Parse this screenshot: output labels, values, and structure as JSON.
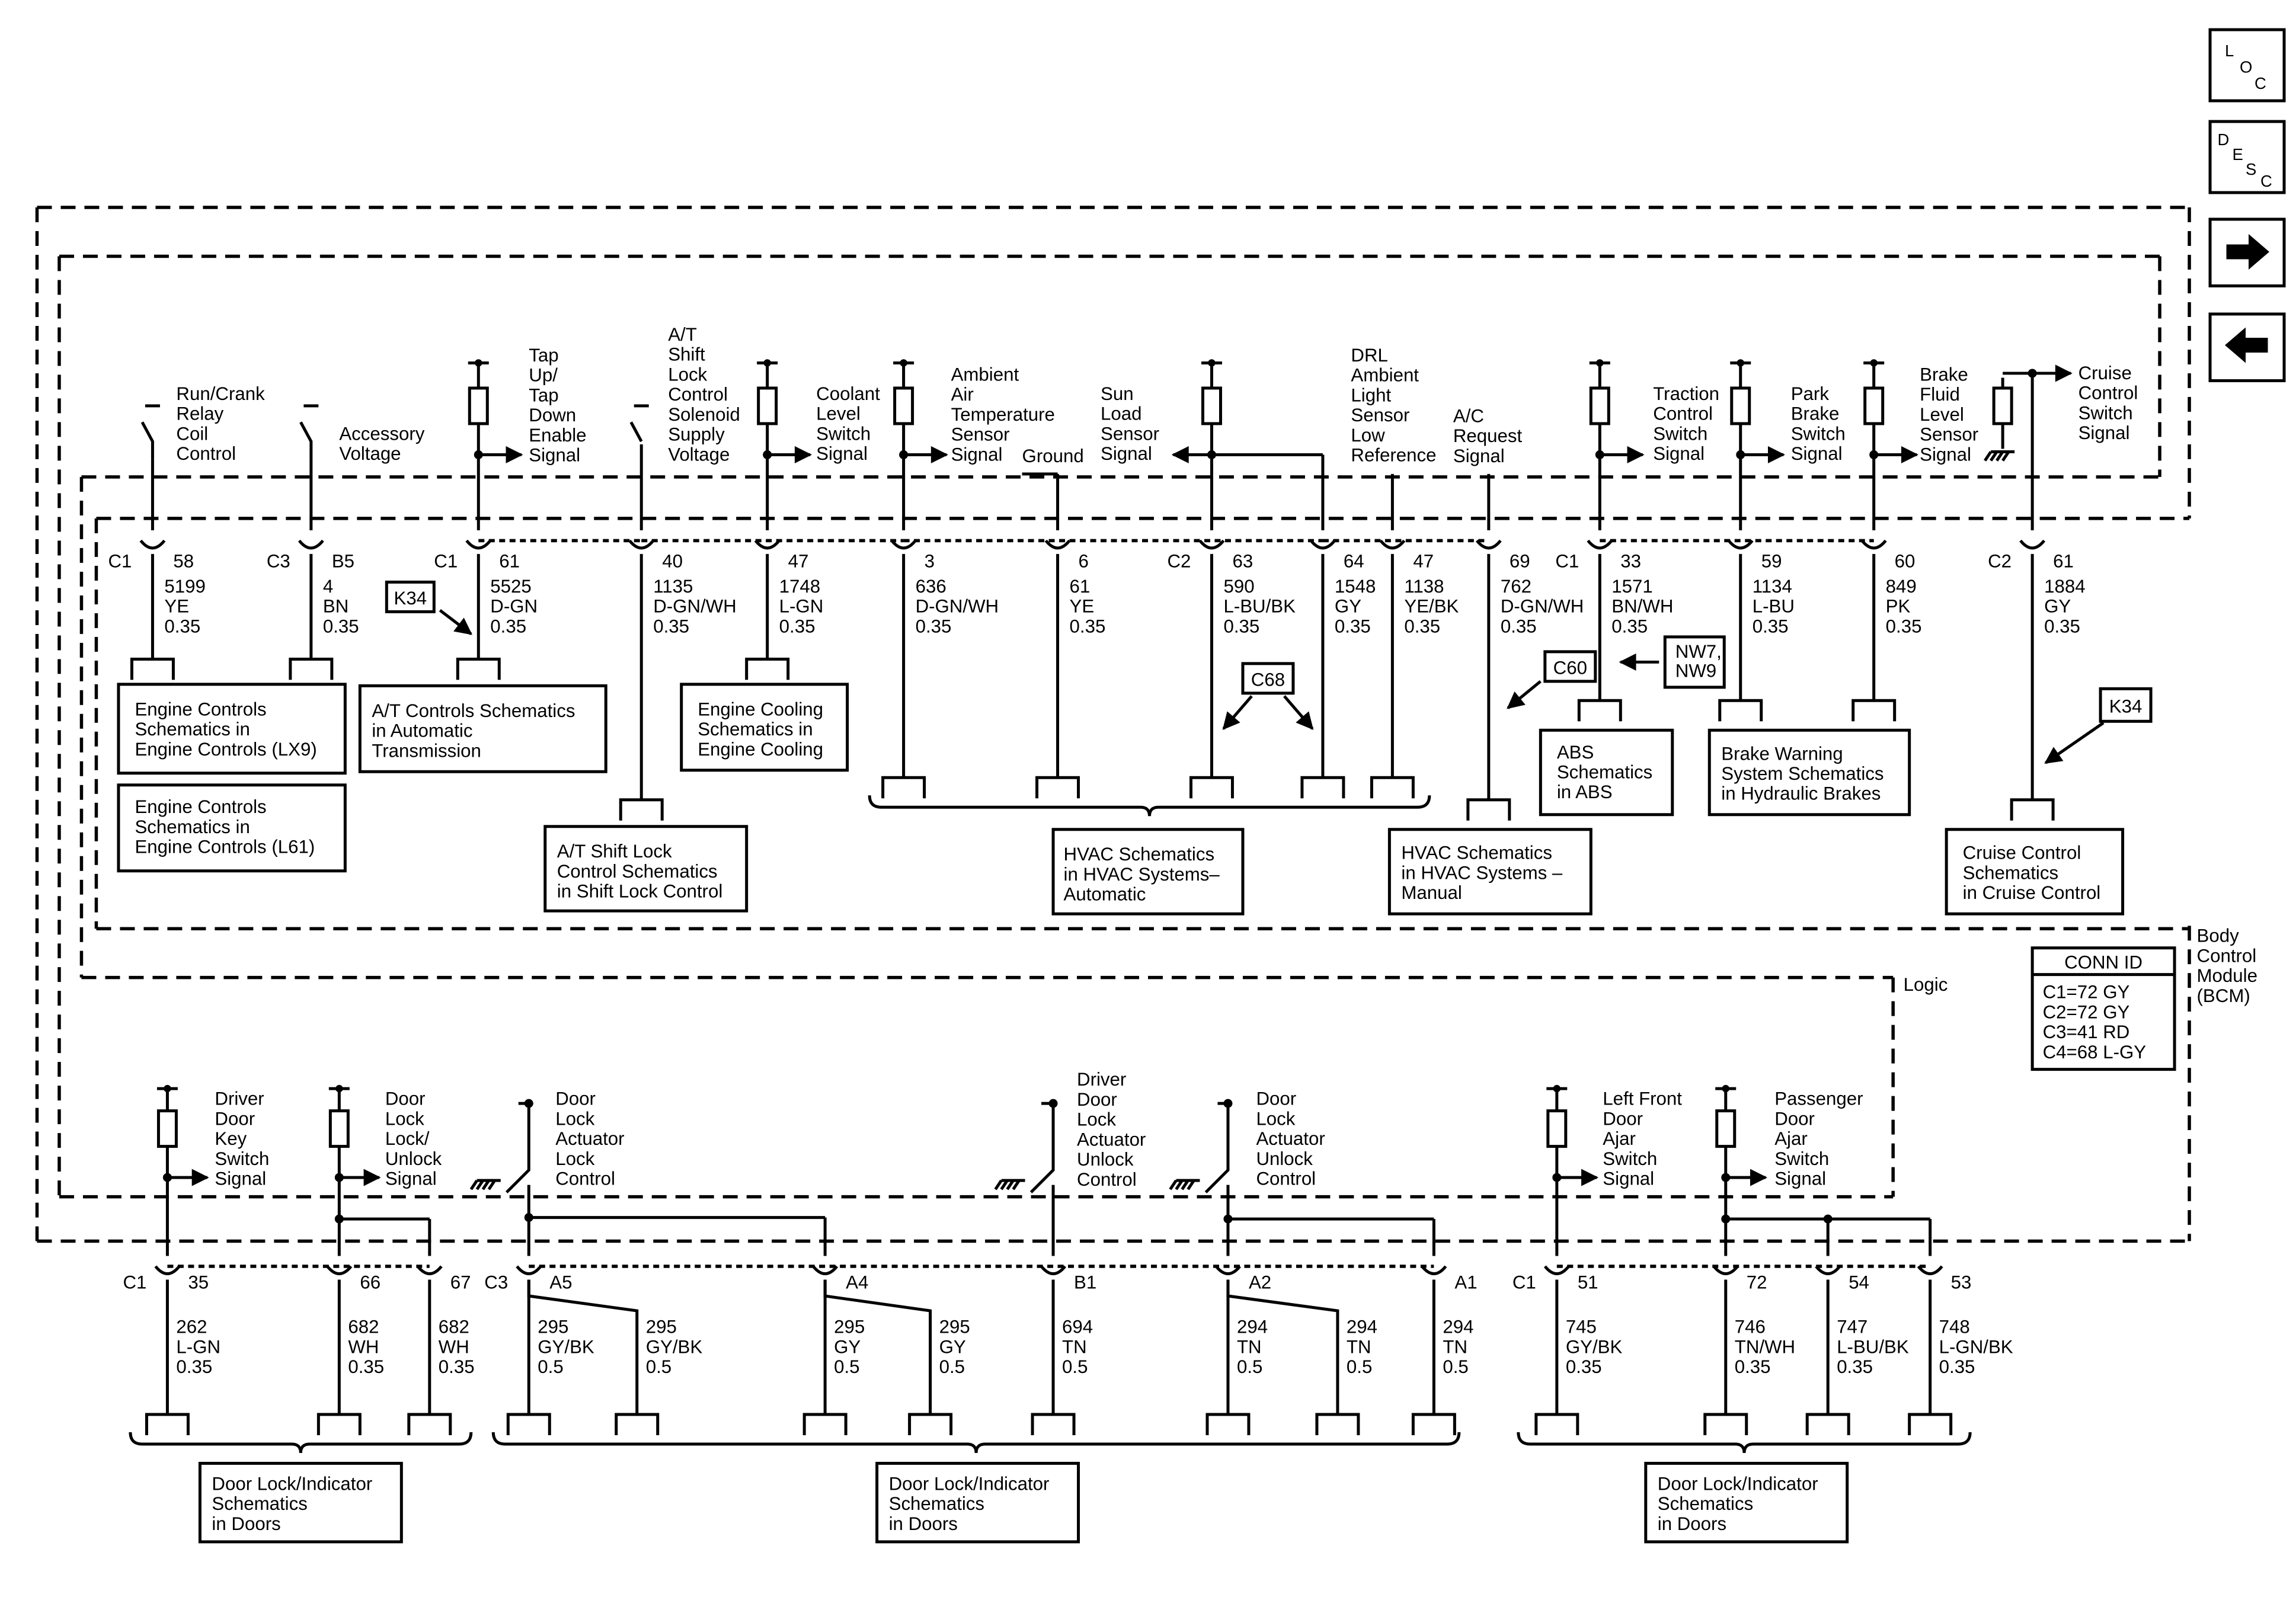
{
  "nav": {
    "loc": [
      "L",
      "O",
      "C"
    ],
    "desc": [
      "D",
      "E",
      "S",
      "C"
    ],
    "next_icon": "arrow-right-icon",
    "prev_icon": "arrow-left-icon"
  },
  "module": {
    "label": [
      "Body",
      "Control",
      "Module",
      "(BCM)"
    ],
    "logic": "Logic",
    "conn_id_title": "CONN ID",
    "conn_ids": [
      "C1=72 GY",
      "C2=72 GY",
      "C3=41 RD",
      "C4=68 L-GY"
    ]
  },
  "top_circuits": [
    {
      "id": "run-crank",
      "pin": "58",
      "conn": "C1",
      "wire": [
        "5199",
        "YE",
        "0.35"
      ],
      "label": [
        "Run/Crank",
        "Relay",
        "Coil",
        "Control"
      ]
    },
    {
      "id": "accessory",
      "pin": "B5",
      "conn": "C3",
      "wire": [
        "4",
        "BN",
        "0.35"
      ],
      "label": [
        "Accessory",
        "Voltage"
      ]
    },
    {
      "id": "tap-up-down",
      "pin": "61",
      "conn": "C1",
      "wire": [
        "5525",
        "D-GN",
        "0.35"
      ],
      "label": [
        "Tap",
        "Up/",
        "Tap",
        "Down",
        "Enable",
        "Signal"
      ]
    },
    {
      "id": "shift-lock-supply",
      "pin": "40",
      "wire": [
        "1135",
        "D-GN/WH",
        "0.35"
      ],
      "label": [
        "A/T",
        "Shift",
        "Lock",
        "Control",
        "Solenoid",
        "Supply",
        "Voltage"
      ]
    },
    {
      "id": "coolant-level",
      "pin": "47",
      "wire": [
        "1748",
        "L-GN",
        "0.35"
      ],
      "label": [
        "Coolant",
        "Level",
        "Switch",
        "Signal"
      ]
    },
    {
      "id": "ambient-air",
      "pin": "3",
      "wire": [
        "636",
        "D-GN/WH",
        "0.35"
      ],
      "label": [
        "Ambient",
        "Air",
        "Temperature",
        "Sensor",
        "Signal"
      ]
    },
    {
      "id": "ground",
      "pin": "6",
      "wire": [
        "61",
        "YE",
        "0.35"
      ],
      "label": [
        "Ground"
      ]
    },
    {
      "id": "sun-load",
      "pin": "63",
      "conn": "C2",
      "wire": [
        "590",
        "L-BU/BK",
        "0.35"
      ],
      "label": [
        "Sun",
        "Load",
        "Sensor",
        "Signal"
      ]
    },
    {
      "id": "sun-load-2",
      "pin": "64",
      "wire": [
        "1548",
        "GY",
        "0.35"
      ],
      "label": []
    },
    {
      "id": "drl-ambient",
      "pin": "47",
      "wire": [
        "1138",
        "YE/BK",
        "0.35"
      ],
      "label": [
        "DRL",
        "Ambient",
        "Light",
        "Sensor",
        "Low",
        "Reference"
      ]
    },
    {
      "id": "ac-request",
      "pin": "69",
      "wire": [
        "762",
        "D-GN/WH",
        "0.35"
      ],
      "label": [
        "A/C",
        "Request",
        "Signal"
      ]
    },
    {
      "id": "traction-control",
      "pin": "33",
      "conn": "C1",
      "wire": [
        "1571",
        "BN/WH",
        "0.35"
      ],
      "label": [
        "Traction",
        "Control",
        "Switch",
        "Signal"
      ]
    },
    {
      "id": "park-brake",
      "pin": "59",
      "wire": [
        "1134",
        "L-BU",
        "0.35"
      ],
      "label": [
        "Park",
        "Brake",
        "Switch",
        "Signal"
      ]
    },
    {
      "id": "brake-fluid",
      "pin": "60",
      "wire": [
        "849",
        "PK",
        "0.35"
      ],
      "label": [
        "Brake",
        "Fluid",
        "Level",
        "Sensor",
        "Signal"
      ]
    },
    {
      "id": "cruise-control",
      "pin": "61",
      "conn": "C2",
      "wire": [
        "1884",
        "GY",
        "0.35"
      ],
      "label": [
        "Cruise",
        "Control",
        "Switch",
        "Signal"
      ]
    }
  ],
  "top_refs": {
    "engine_lx9": [
      "Engine Controls",
      "Schematics in",
      "Engine Controls (LX9)"
    ],
    "engine_l61": [
      "Engine Controls",
      "Schematics in",
      "Engine Controls (L61)"
    ],
    "at_controls": [
      "A/T Controls Schematics",
      "in Automatic",
      "Transmission"
    ],
    "engine_cooling": [
      "Engine Cooling",
      "Schematics in",
      "Engine Cooling"
    ],
    "shift_lock": [
      "A/T Shift Lock",
      "Control Schematics",
      "in Shift Lock Control"
    ],
    "hvac_auto": [
      "HVAC Schematics",
      "in HVAC Systems–",
      "Automatic"
    ],
    "hvac_manual": [
      "HVAC Schematics",
      "in HVAC Systems –",
      "Manual"
    ],
    "abs": [
      "ABS",
      "Schematics",
      "in ABS"
    ],
    "brake_warning": [
      "Brake Warning",
      "System Schematics",
      "in Hydraulic Brakes"
    ],
    "cruise": [
      "Cruise Control",
      "Schematics",
      "in Cruise Control"
    ]
  },
  "options": {
    "k34_left": "K34",
    "k34_right": "K34",
    "c68": "C68",
    "c60": "C60",
    "nw7": [
      "NW7,",
      "NW9"
    ]
  },
  "bottom_circuits": [
    {
      "id": "driver-key",
      "pin": "35",
      "conn": "C1",
      "wire": [
        "262",
        "L-GN",
        "0.35"
      ],
      "label": [
        "Driver",
        "Door",
        "Key",
        "Switch",
        "Signal"
      ]
    },
    {
      "id": "lock-unlock",
      "pin": "66",
      "wire": [
        "682",
        "WH",
        "0.35"
      ],
      "label": [
        "Door",
        "Lock",
        "Lock/",
        "Unlock",
        "Signal"
      ]
    },
    {
      "id": "lock-unlock-2",
      "pin": "67",
      "wire": [
        "682",
        "WH",
        "0.35"
      ],
      "label": []
    },
    {
      "id": "lock-control",
      "pin": "A5",
      "conn": "C3",
      "wire": [
        "295",
        "GY/BK",
        "0.5"
      ],
      "label": [
        "Door",
        "Lock",
        "Actuator",
        "Lock",
        "Control"
      ]
    },
    {
      "id": "lock-control-2",
      "pin": "",
      "wire": [
        "295",
        "GY/BK",
        "0.5"
      ],
      "label": []
    },
    {
      "id": "lock-a4",
      "pin": "A4",
      "wire": [
        "295",
        "GY",
        "0.5"
      ],
      "label": []
    },
    {
      "id": "lock-a4-2",
      "pin": "",
      "wire": [
        "295",
        "GY",
        "0.5"
      ],
      "label": []
    },
    {
      "id": "driver-unlock",
      "pin": "B1",
      "wire": [
        "694",
        "TN",
        "0.5"
      ],
      "label": [
        "Driver",
        "Door",
        "Lock",
        "Actuator",
        "Unlock",
        "Control"
      ]
    },
    {
      "id": "unlock-control",
      "pin": "A2",
      "wire": [
        "294",
        "TN",
        "0.5"
      ],
      "label": [
        "Door",
        "Lock",
        "Actuator",
        "Unlock",
        "Control"
      ]
    },
    {
      "id": "unlock-control-2",
      "pin": "",
      "wire": [
        "294",
        "TN",
        "0.5"
      ],
      "label": []
    },
    {
      "id": "unlock-a1",
      "pin": "A1",
      "wire": [
        "294",
        "TN",
        "0.5"
      ],
      "label": []
    },
    {
      "id": "lf-ajar",
      "pin": "51",
      "conn": "C1",
      "wire": [
        "745",
        "GY/BK",
        "0.35"
      ],
      "label": [
        "Left Front",
        "Door",
        "Ajar",
        "Switch",
        "Signal"
      ]
    },
    {
      "id": "pass-ajar",
      "pin": "72",
      "wire": [
        "746",
        "TN/WH",
        "0.35"
      ],
      "label": [
        "Passenger",
        "Door",
        "Ajar",
        "Switch",
        "Signal"
      ]
    },
    {
      "id": "pin-54",
      "pin": "54",
      "wire": [
        "747",
        "L-BU/BK",
        "0.35"
      ],
      "label": []
    },
    {
      "id": "pin-53",
      "pin": "53",
      "wire": [
        "748",
        "L-GN/BK",
        "0.35"
      ],
      "label": []
    }
  ],
  "bottom_refs": [
    [
      "Door Lock/Indicator",
      "Schematics",
      "in Doors"
    ],
    [
      "Door Lock/Indicator",
      "Schematics",
      "in Doors"
    ],
    [
      "Door Lock/Indicator",
      "Schematics",
      "in Doors"
    ]
  ]
}
